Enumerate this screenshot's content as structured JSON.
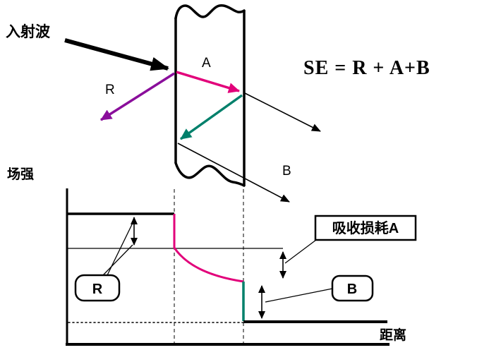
{
  "diagram": {
    "incident_wave_label": "入射波",
    "reflection_label": "R",
    "absorption_label": "A",
    "transmission_label": "B",
    "formula": "SE = R + A+B"
  },
  "graph": {
    "y_axis_label": "场强",
    "x_axis_label": "距离",
    "callout_r": "R",
    "callout_absorption": "吸收损耗A",
    "callout_b": "B"
  },
  "colors": {
    "reflection_purple": "#8A0E9B",
    "absorption_magenta": "#E2007A",
    "exit_teal": "#00806B",
    "ink_black": "#000000"
  }
}
